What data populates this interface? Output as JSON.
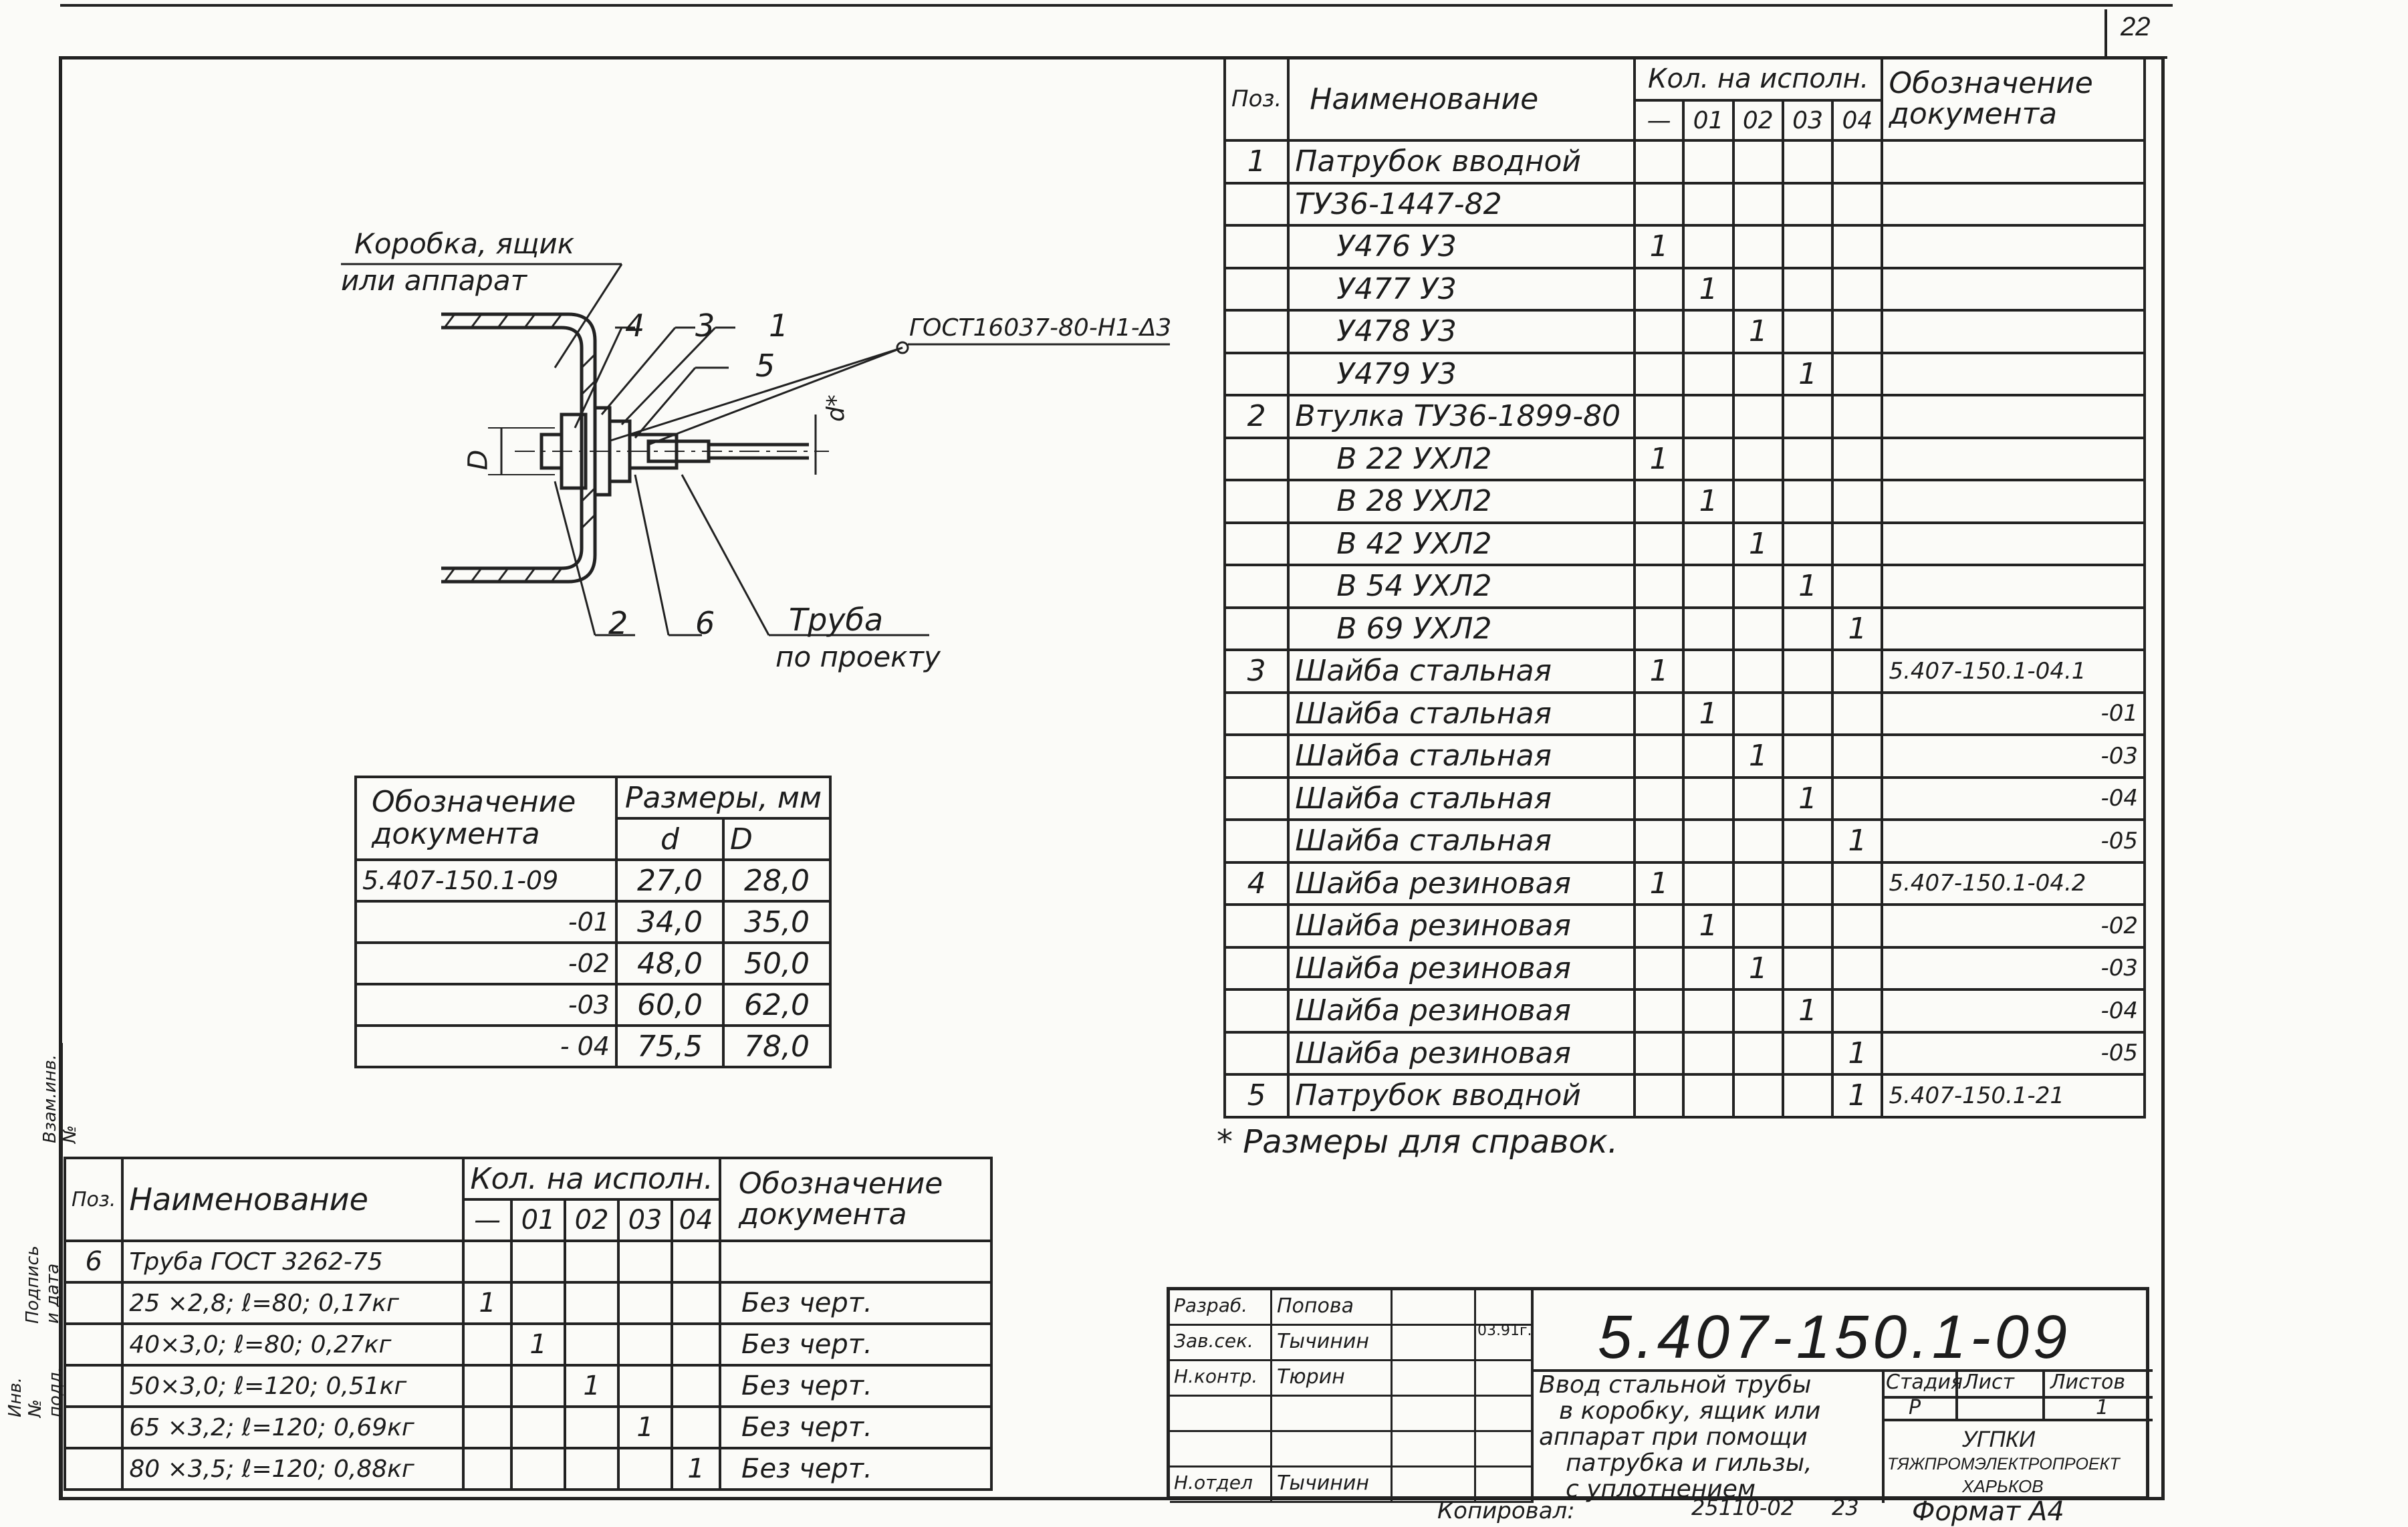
{
  "page_number": "22",
  "drawing": {
    "label_box": "Коробка, ящик",
    "label_box2": "или аппарат",
    "callout_4": "4",
    "callout_3": "3",
    "callout_1": "1",
    "callout_5": "5",
    "callout_2": "2",
    "callout_6": "6",
    "weld_spec": "ГОСТ16037-80-Н1-Δ3",
    "pipe_label": "Труба",
    "pipe_label2": "по проекту",
    "dim_D": "D",
    "dim_d": "d*"
  },
  "spec_table": {
    "headers": {
      "pos": "Поз.",
      "name": "Наименование",
      "qty": "Кол. на исполн.",
      "doc": "Обозначение",
      "doc2": "документа"
    },
    "variants": [
      "—",
      "01",
      "02",
      "03",
      "04"
    ],
    "rows": [
      {
        "pos": "1",
        "name": "Патрубок вводной",
        "q": [
          "",
          "",
          "",
          "",
          ""
        ],
        "doc": ""
      },
      {
        "pos": "",
        "name": "ТУ36-1447-82",
        "q": [
          "",
          "",
          "",
          "",
          ""
        ],
        "doc": ""
      },
      {
        "pos": "",
        "name": "У476 У3",
        "q": [
          "1",
          "",
          "",
          "",
          ""
        ],
        "doc": ""
      },
      {
        "pos": "",
        "name": "У477 У3",
        "q": [
          "",
          "1",
          "",
          "",
          ""
        ],
        "doc": ""
      },
      {
        "pos": "",
        "name": "У478 У3",
        "q": [
          "",
          "",
          "1",
          "",
          ""
        ],
        "doc": ""
      },
      {
        "pos": "",
        "name": "У479 У3",
        "q": [
          "",
          "",
          "",
          "1",
          ""
        ],
        "doc": ""
      },
      {
        "pos": "2",
        "name": "Втулка ТУ36-1899-80",
        "q": [
          "",
          "",
          "",
          "",
          ""
        ],
        "doc": ""
      },
      {
        "pos": "",
        "name": "В 22 УХЛ2",
        "q": [
          "1",
          "",
          "",
          "",
          ""
        ],
        "doc": ""
      },
      {
        "pos": "",
        "name": "В 28 УХЛ2",
        "q": [
          "",
          "1",
          "",
          "",
          ""
        ],
        "doc": ""
      },
      {
        "pos": "",
        "name": "В 42 УХЛ2",
        "q": [
          "",
          "",
          "1",
          "",
          ""
        ],
        "doc": ""
      },
      {
        "pos": "",
        "name": "В 54 УХЛ2",
        "q": [
          "",
          "",
          "",
          "1",
          ""
        ],
        "doc": ""
      },
      {
        "pos": "",
        "name": "В 69 УХЛ2",
        "q": [
          "",
          "",
          "",
          "",
          "1"
        ],
        "doc": ""
      },
      {
        "pos": "3",
        "name": "Шайба стальная",
        "q": [
          "1",
          "",
          "",
          "",
          ""
        ],
        "doc": "5.407-150.1-04.1"
      },
      {
        "pos": "",
        "name": "Шайба стальная",
        "q": [
          "",
          "1",
          "",
          "",
          ""
        ],
        "doc": "-01"
      },
      {
        "pos": "",
        "name": "Шайба стальная",
        "q": [
          "",
          "",
          "1",
          "",
          ""
        ],
        "doc": "-03"
      },
      {
        "pos": "",
        "name": "Шайба стальная",
        "q": [
          "",
          "",
          "",
          "1",
          ""
        ],
        "doc": "-04"
      },
      {
        "pos": "",
        "name": "Шайба стальная",
        "q": [
          "",
          "",
          "",
          "",
          "1"
        ],
        "doc": "-05"
      },
      {
        "pos": "4",
        "name": "Шайба резиновая",
        "q": [
          "1",
          "",
          "",
          "",
          ""
        ],
        "doc": "5.407-150.1-04.2"
      },
      {
        "pos": "",
        "name": "Шайба резиновая",
        "q": [
          "",
          "1",
          "",
          "",
          ""
        ],
        "doc": "-02"
      },
      {
        "pos": "",
        "name": "Шайба резиновая",
        "q": [
          "",
          "",
          "1",
          "",
          ""
        ],
        "doc": "-03"
      },
      {
        "pos": "",
        "name": "Шайба резиновая",
        "q": [
          "",
          "",
          "",
          "1",
          ""
        ],
        "doc": "-04"
      },
      {
        "pos": "",
        "name": "Шайба резиновая",
        "q": [
          "",
          "",
          "",
          "",
          "1"
        ],
        "doc": "-05"
      },
      {
        "pos": "5",
        "name": "Патрубок вводной",
        "q": [
          "",
          "",
          "",
          "",
          "1"
        ],
        "doc": "5.407-150.1-21"
      }
    ]
  },
  "footnote": "* Размеры для справок.",
  "dims_table": {
    "h_doc": "Обозначение",
    "h_doc2": "документа",
    "h_size": "Размеры, мм",
    "h_d": "d",
    "h_D": "D",
    "rows": [
      {
        "doc": "5.407-150.1-09",
        "d": "27,0",
        "D": "28,0"
      },
      {
        "doc": "-01",
        "d": "34,0",
        "D": "35,0"
      },
      {
        "doc": "-02",
        "d": "48,0",
        "D": "50,0"
      },
      {
        "doc": "-03",
        "d": "60,0",
        "D": "62,0"
      },
      {
        "doc": "- 04",
        "d": "75,5",
        "D": "78,0"
      }
    ]
  },
  "pipe_table": {
    "headers": {
      "pos": "Поз.",
      "name": "Наименование",
      "qty": "Кол. на исполн.",
      "doc": "Обозначение",
      "doc2": "документа"
    },
    "variants": [
      "—",
      "01",
      "02",
      "03",
      "04"
    ],
    "rows": [
      {
        "pos": "6",
        "name": "Труба       ГОСТ 3262-75",
        "q": [
          "",
          "",
          "",
          "",
          ""
        ],
        "doc": ""
      },
      {
        "pos": "",
        "name": "25   ×2,8; ℓ=80; 0,17кг",
        "q": [
          "1",
          "",
          "",
          "",
          ""
        ],
        "doc": "Без черт."
      },
      {
        "pos": "",
        "name": "40×3,0; ℓ=80; 0,27кг",
        "q": [
          "",
          "1",
          "",
          "",
          ""
        ],
        "doc": "Без черт."
      },
      {
        "pos": "",
        "name": "50×3,0; ℓ=120; 0,51кг",
        "q": [
          "",
          "",
          "1",
          "",
          ""
        ],
        "doc": "Без черт."
      },
      {
        "pos": "",
        "name": "65  ×3,2; ℓ=120; 0,69кг",
        "q": [
          "",
          "",
          "",
          "1",
          ""
        ],
        "doc": "Без черт."
      },
      {
        "pos": "",
        "name": "80  ×3,5; ℓ=120; 0,88кг",
        "q": [
          "",
          "",
          "",
          "",
          "1"
        ],
        "doc": "Без черт."
      }
    ]
  },
  "title_block": {
    "designation": "5.407-150.1-09",
    "roles": [
      {
        "role": "Разраб.",
        "name": "Попова"
      },
      {
        "role": "Зав.сек.",
        "name": "Тычинин"
      },
      {
        "role": "Н.контр.",
        "name": "Тюрин"
      },
      {
        "role": "",
        "name": ""
      },
      {
        "role": "",
        "name": ""
      },
      {
        "role": "Н.отдел",
        "name": "Тычинин"
      }
    ],
    "date": "03.91г.",
    "description": [
      "Ввод стальной трубы",
      "в коробку, ящик или",
      "аппарат при помощи",
      "патрубка и гильзы,",
      "с уплотнением"
    ],
    "stage_label": "Стадия",
    "sheet_label": "Лист",
    "sheets_label": "Листов",
    "stage": "Р",
    "sheet": "",
    "sheets": "1",
    "org1": "УГПКИ",
    "org2": "ТЯЖПРОМЭЛЕКТРОПРОЕКТ",
    "org3": "ХАРЬКОВ"
  },
  "bottom_text": {
    "copied": "Копировал:",
    "order": "25110-02",
    "num": "23",
    "format": "Формат А4"
  },
  "side_stamp": [
    "Инв.№ подл.",
    "Подпись и дата",
    "Взам.инв.№"
  ]
}
